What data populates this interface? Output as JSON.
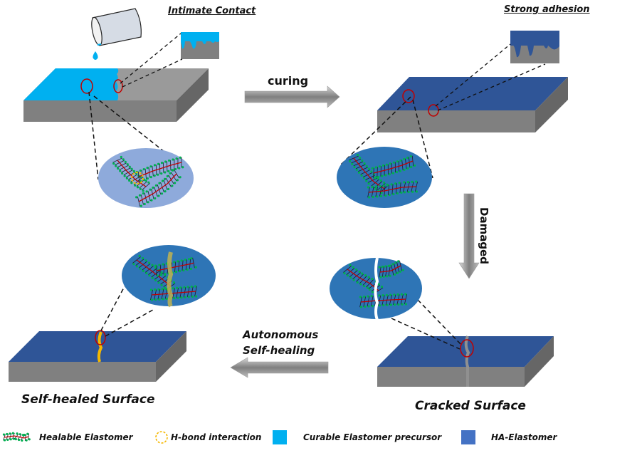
{
  "labels": {
    "intimate_contact": "Intimate Contact",
    "strong_adhesion": "Strong adhesion",
    "curing": "curing",
    "damaged": "Damaged",
    "autonomous_line1": "Autonomous",
    "autonomous_line2": "Self-healing",
    "self_healed_surface": "Self-healed Surface",
    "cracked_surface": "Cracked Surface"
  },
  "legend": [
    {
      "icon": "healable-elastomer-chain-icon",
      "label": "Healable Elastomer"
    },
    {
      "icon": "h-bond-dashed-circle-icon",
      "label": "H-bond interaction"
    },
    {
      "icon": "curable-precursor-swatch",
      "label": "Curable Elastomer precursor",
      "color": "#00b0f0"
    },
    {
      "icon": "ha-elastomer-swatch",
      "label": "HA-Elastomer",
      "color": "#4472c4"
    }
  ],
  "colors": {
    "precursor": "#00b0f0",
    "ha_elastomer": "#2f5597",
    "substrate_front": "#808080",
    "substrate_top": "#9a9a9a",
    "substrate_side": "#666666",
    "zoom_bg_light": "#8eaadb",
    "zoom_bg_dark": "#2e75b6",
    "highlight_ring": "#c00000",
    "chain_backbone": "#c00000",
    "chain_beads": "#00b050",
    "hbond": "#f5b800",
    "healed_crack": "#f5b800",
    "crack": "#909090"
  }
}
